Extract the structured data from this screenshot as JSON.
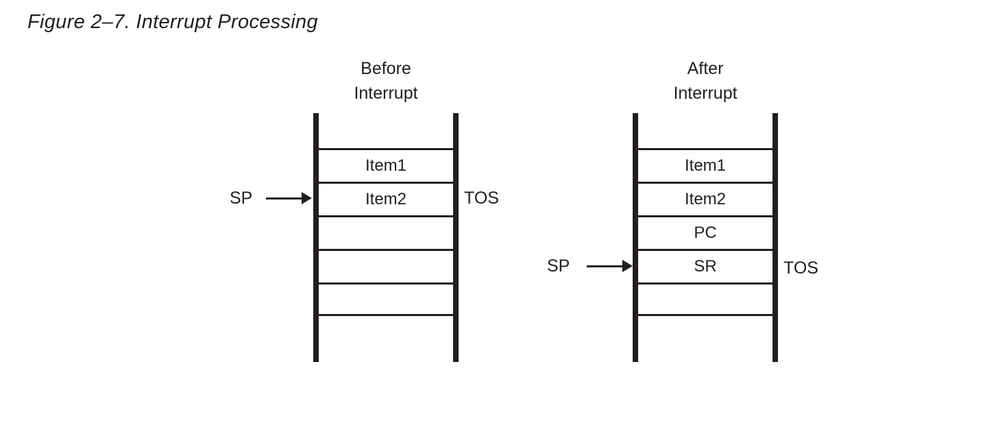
{
  "figure": {
    "title": "Figure 2–7. Interrupt Processing"
  },
  "colors": {
    "ink": "#221e1f",
    "background": "#ffffff"
  },
  "stacks": [
    {
      "id": "before-interrupt",
      "header_line1": "Before",
      "header_line2": "Interrupt",
      "rows": [
        "Item1",
        "Item2",
        "",
        "",
        ""
      ],
      "sp_label": "SP",
      "tos_label": "TOS",
      "sp_points_to_row": "Item2",
      "tos_at_row": "Item2"
    },
    {
      "id": "after-interrupt",
      "header_line1": "After",
      "header_line2": "Interrupt",
      "rows": [
        "Item1",
        "Item2",
        "PC",
        "SR",
        ""
      ],
      "sp_label": "SP",
      "tos_label": "TOS",
      "sp_points_to_row": "SR",
      "tos_at_row": "SR"
    }
  ]
}
